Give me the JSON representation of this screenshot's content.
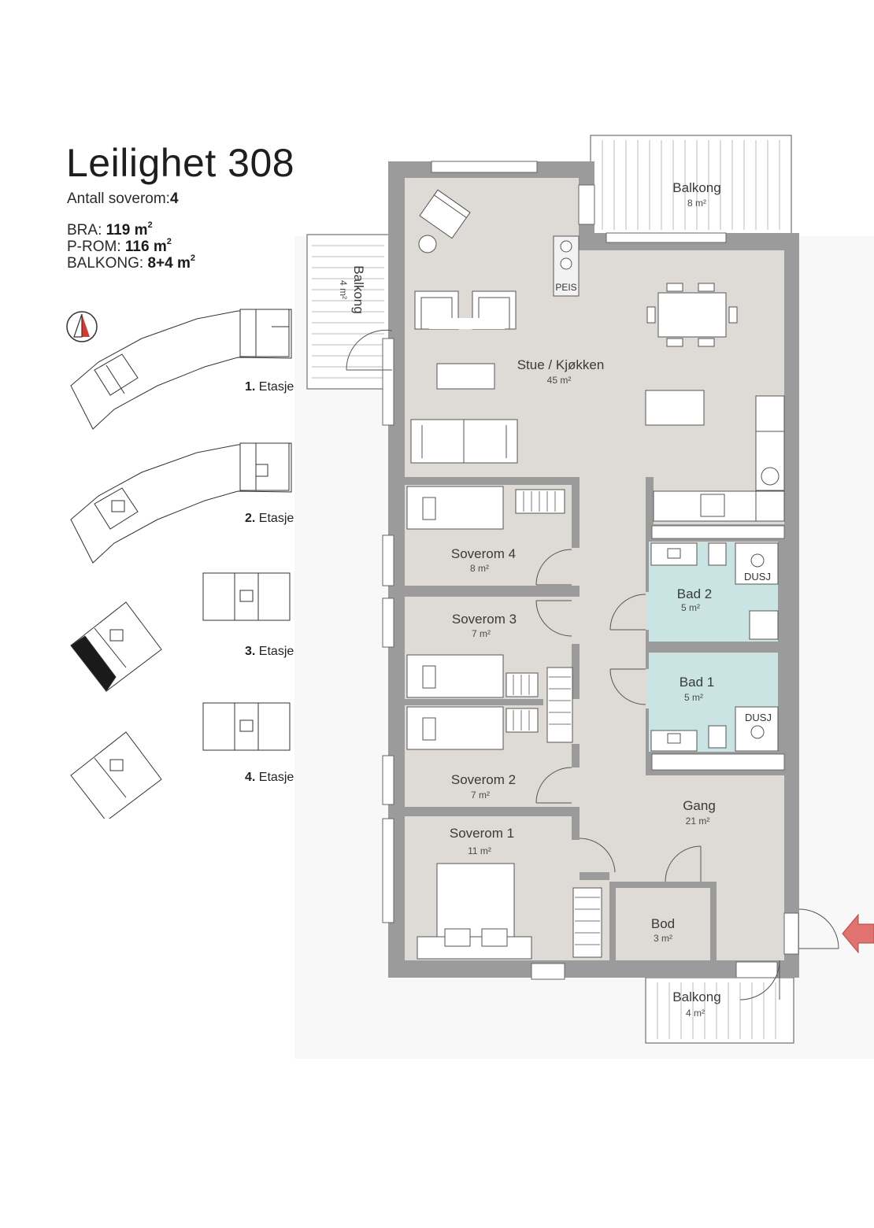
{
  "title": "Leilighet 308",
  "bedrooms": {
    "label": "Antall soverom:",
    "value": "4"
  },
  "bra": {
    "label": "BRA:",
    "value": "119",
    "unit": "m",
    "sup": "2"
  },
  "prom": {
    "label": "P-ROM:",
    "value": "116",
    "unit": "m",
    "sup": "2"
  },
  "balkong": {
    "label": "BALKONG:",
    "value": "8+4",
    "unit": "m",
    "sup": "2"
  },
  "compass_icon": "north-arrow-icon",
  "floors": [
    {
      "num": "1.",
      "label": "Etasje"
    },
    {
      "num": "2.",
      "label": "Etasje"
    },
    {
      "num": "3.",
      "label": "Etasje",
      "highlighted": true
    },
    {
      "num": "4.",
      "label": "Etasje"
    }
  ],
  "rooms": {
    "stue": {
      "name": "Stue / Kjøkken",
      "area": "45 m²"
    },
    "soverom4": {
      "name": "Soverom 4",
      "area": "8 m²"
    },
    "soverom3": {
      "name": "Soverom 3",
      "area": "7 m²"
    },
    "soverom2": {
      "name": "Soverom 2",
      "area": "7 m²"
    },
    "soverom1": {
      "name": "Soverom 1",
      "area": "11 m²"
    },
    "bad2": {
      "name": "Bad 2",
      "area": "5 m²"
    },
    "bad1": {
      "name": "Bad 1",
      "area": "5 m²"
    },
    "gang": {
      "name": "Gang",
      "area": "21 m²"
    },
    "bod": {
      "name": "Bod",
      "area": "3 m²"
    },
    "balkong_top": {
      "name": "Balkong",
      "area": "8 m²"
    },
    "balkong_left": {
      "name": "Balkong",
      "area": "4 m²"
    },
    "balkong_bottom": {
      "name": "Balkong",
      "area": "4 m²"
    }
  },
  "fixtures": {
    "peis": "PEIS",
    "dusj": "DUSJ"
  },
  "colors": {
    "wall": "#9b9b9b",
    "floor": "#dedad5",
    "bath": "#c9e4e2",
    "entrance_arrow": "#e0736f",
    "highlight": "#1a1a1a"
  }
}
